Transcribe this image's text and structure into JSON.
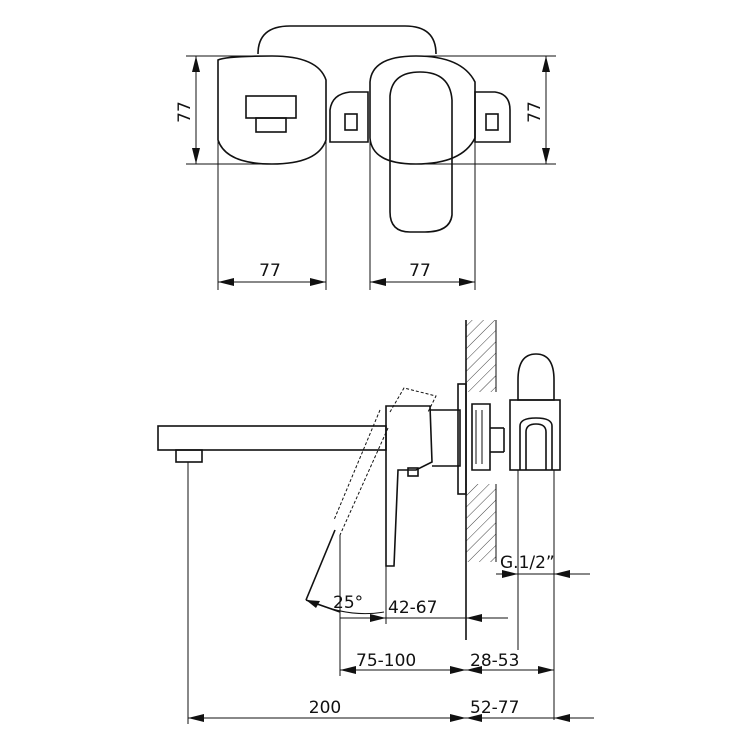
{
  "front_view": {
    "left_height": "77",
    "right_height": "77",
    "left_width": "77",
    "right_width": "77"
  },
  "side_view": {
    "angle": "25°",
    "thread": "G.1/2”",
    "dim_42_67": "42-67",
    "dim_75_100": "75-100",
    "dim_28_53": "28-53",
    "dim_200": "200",
    "dim_52_77": "52-77"
  }
}
